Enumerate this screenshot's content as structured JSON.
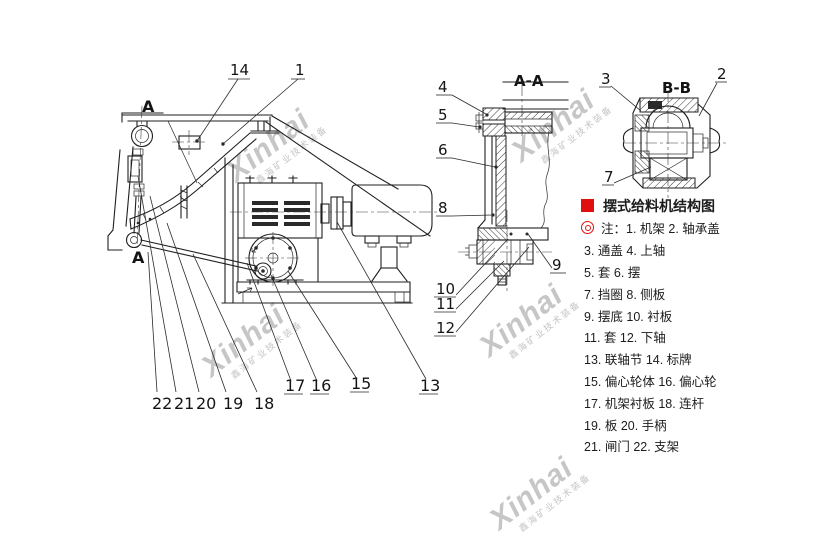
{
  "page": {
    "background": "#ffffff"
  },
  "colors": {
    "accent_red": "#e01010",
    "line": "#1f1f1f",
    "watermark": "#c6c6c6"
  },
  "legend": {
    "title": "摆式给料机结构图",
    "title_icon": "red-square",
    "note_icon": "double-circle",
    "note": "注：1. 机架 2. 轴承盖",
    "rows": [
      "3. 通盖 4. 上轴",
      "5. 套 6. 摆",
      "7. 挡圈 8. 侧板",
      "9. 摆底 10. 衬板",
      "11. 套 12. 下轴",
      "13. 联轴节 14. 标牌",
      "15. 偏心轮体 16. 偏心轮",
      "17. 机架衬板 18. 连杆",
      "19. 板 20. 手柄",
      "21. 闸门 22. 支架"
    ]
  },
  "sections": {
    "main_marker": "A",
    "aa_title": "A-A",
    "bb_title": "B-B"
  },
  "labels": {
    "n1": "1",
    "n2": "2",
    "n3": "3",
    "n4": "4",
    "n5": "5",
    "n6": "6",
    "n7": "7",
    "n8": "8",
    "n9": "9",
    "n10": "10",
    "n11": "11",
    "n12": "12",
    "n13": "13",
    "n14": "14",
    "n15": "15",
    "n16": "16",
    "n17": "17",
    "n18": "18",
    "n19": "19",
    "n20": "20",
    "n21": "21",
    "n22": "22"
  },
  "watermark": {
    "brand": "Xinhai",
    "subtext": "鑫海矿业技术装备"
  }
}
